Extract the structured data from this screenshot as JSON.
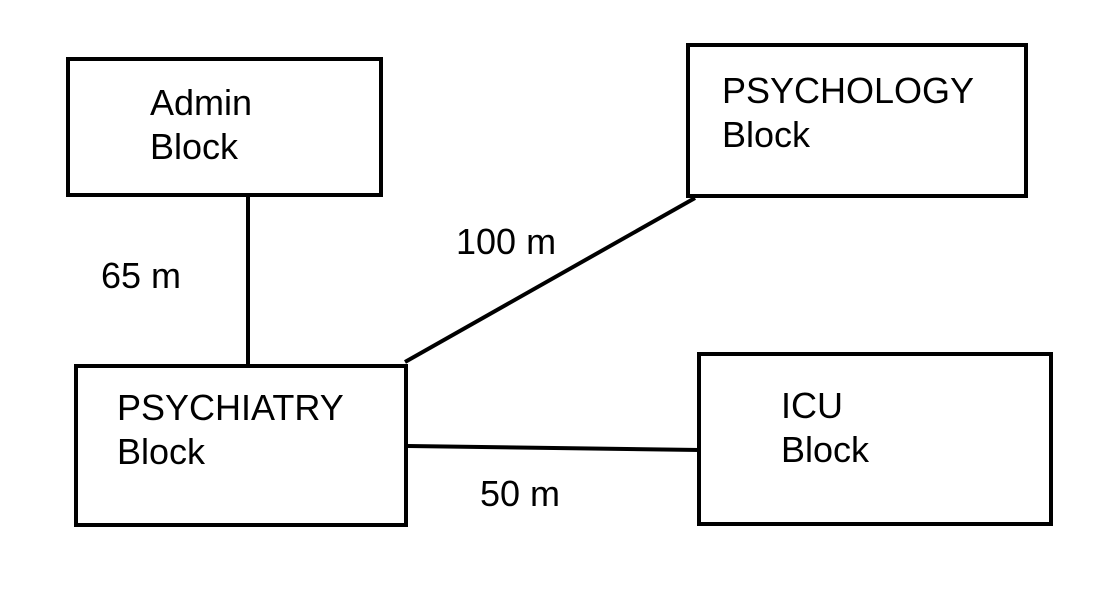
{
  "blocks": {
    "admin": {
      "line1": "Admin",
      "line2": "Block"
    },
    "psychology": {
      "line1": "PSYCHOLOGY",
      "line2": "Block"
    },
    "psychiatry": {
      "line1": "PSYCHIATRY",
      "line2": "Block"
    },
    "icu": {
      "line1": "ICU",
      "line2": "Block"
    }
  },
  "connections": {
    "admin_psychiatry": {
      "label": "65 m"
    },
    "psychiatry_psychology": {
      "label": "100 m"
    },
    "psychiatry_icu": {
      "label": "50 m"
    }
  },
  "colors": {
    "stroke": "#000000",
    "background": "#ffffff"
  }
}
